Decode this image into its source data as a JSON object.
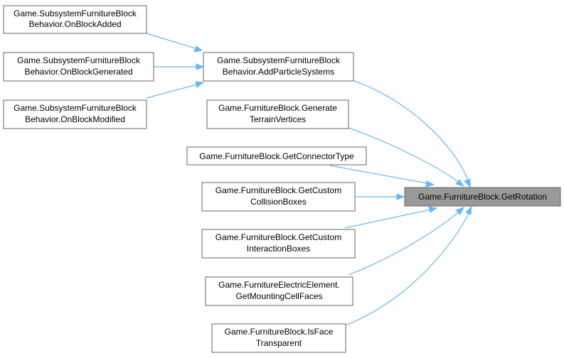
{
  "diagram": {
    "type": "call-graph",
    "colors": {
      "edge": "#63b8ff",
      "node_border": "#666666",
      "focus_fill": "#999999",
      "node_fill": "#ffffff"
    },
    "nodes": {
      "onBlockAdded": {
        "lines": [
          "Game.SubsystemFurnitureBlock",
          "Behavior.OnBlockAdded"
        ]
      },
      "onBlockGenerated": {
        "lines": [
          "Game.SubsystemFurnitureBlock",
          "Behavior.OnBlockGenerated"
        ]
      },
      "onBlockModified": {
        "lines": [
          "Game.SubsystemFurnitureBlock",
          "Behavior.OnBlockModified"
        ]
      },
      "addParticleSystems": {
        "lines": [
          "Game.SubsystemFurnitureBlock",
          "Behavior.AddParticleSystems"
        ]
      },
      "generateTerrainVertices": {
        "lines": [
          "Game.FurnitureBlock.Generate",
          "TerrainVertices"
        ]
      },
      "getConnectorType": {
        "lines": [
          "Game.FurnitureBlock.GetConnectorType"
        ]
      },
      "getCustomCollisionBoxes": {
        "lines": [
          "Game.FurnitureBlock.GetCustom",
          "CollisionBoxes"
        ]
      },
      "getCustomInteractionBoxes": {
        "lines": [
          "Game.FurnitureBlock.GetCustom",
          "InteractionBoxes"
        ]
      },
      "getMountingCellFaces": {
        "lines": [
          "Game.FurnitureElectricElement.",
          "GetMountingCellFaces"
        ]
      },
      "isFaceTransparent": {
        "lines": [
          "Game.FurnitureBlock.IsFace",
          "Transparent"
        ]
      },
      "getRotation": {
        "lines": [
          "Game.FurnitureBlock.GetRotation"
        ]
      }
    },
    "edges": [
      {
        "from": "onBlockAdded",
        "to": "addParticleSystems"
      },
      {
        "from": "onBlockGenerated",
        "to": "addParticleSystems"
      },
      {
        "from": "onBlockModified",
        "to": "addParticleSystems"
      },
      {
        "from": "addParticleSystems",
        "to": "getRotation"
      },
      {
        "from": "generateTerrainVertices",
        "to": "getRotation"
      },
      {
        "from": "getConnectorType",
        "to": "getRotation"
      },
      {
        "from": "getCustomCollisionBoxes",
        "to": "getRotation"
      },
      {
        "from": "getCustomInteractionBoxes",
        "to": "getRotation"
      },
      {
        "from": "getMountingCellFaces",
        "to": "getRotation"
      },
      {
        "from": "isFaceTransparent",
        "to": "getRotation"
      }
    ]
  }
}
